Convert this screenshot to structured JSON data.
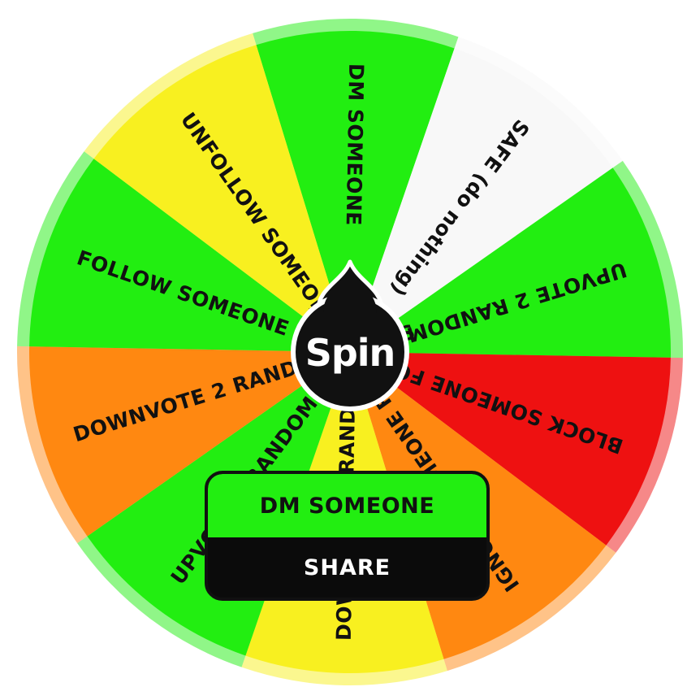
{
  "wheel": {
    "segments": [
      {
        "label": "DM SOMEONE",
        "color": "#22ee11"
      },
      {
        "label": "SAFE (do nothing)",
        "color": "#f8f8f8"
      },
      {
        "label": "UPVOTE 2 RANDOM POSTS",
        "color": "#22ee11"
      },
      {
        "label": "BLOCK SOMEONE FOR A DAY",
        "color": "#ee1111"
      },
      {
        "label": "IGNORE SOMEONE FOR A DAY",
        "color": "#ff8811"
      },
      {
        "label": "DOWNVOTE 2 RANDOM POSTS",
        "color": "#f8f020"
      },
      {
        "label": "UPVOTE 2 RANDOM POSTS",
        "color": "#22ee11"
      },
      {
        "label": "DOWNVOTE 2 RANDOM POSTS",
        "color": "#ff8811"
      },
      {
        "label": "FOLLOW SOMEONE",
        "color": "#22ee11"
      },
      {
        "label": "UNFOLLOW SOMEONE",
        "color": "#f8f020"
      }
    ],
    "spin_label": "Spin"
  },
  "result": {
    "label": "DM SOMEONE",
    "share_label": "SHARE",
    "color": "#22ee11"
  }
}
